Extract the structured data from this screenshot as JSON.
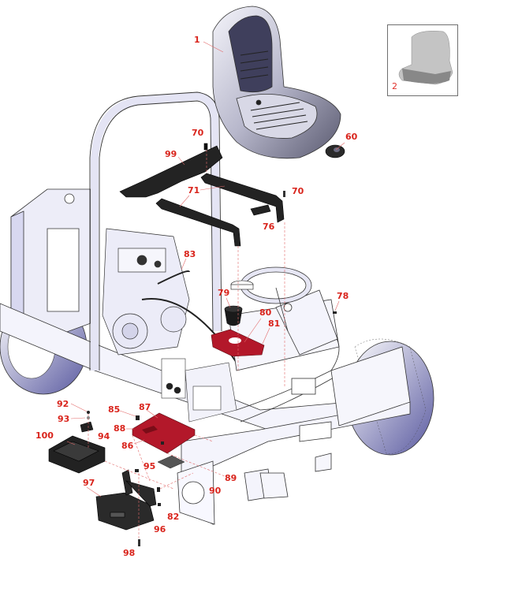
{
  "diagram": {
    "type": "exploded-parts-diagram",
    "accent_color": "#d9241c",
    "highlight_part_color": "#b3182a",
    "part_outline_color": "#3a3a4a",
    "part_shade_color": "#d8d8f0",
    "inset": {
      "label": "2",
      "depicts": "seat cover"
    },
    "callouts": [
      {
        "id": "c1",
        "label": "1",
        "part": "seat"
      },
      {
        "id": "c60",
        "label": "60",
        "part": "seat switch"
      },
      {
        "id": "c70a",
        "label": "70",
        "part": "bolt"
      },
      {
        "id": "c99",
        "label": "99",
        "part": "seat mounting bracket"
      },
      {
        "id": "c71",
        "label": "71",
        "part": "seat rail"
      },
      {
        "id": "c70b",
        "label": "70",
        "part": "bolt"
      },
      {
        "id": "c76",
        "label": "76",
        "part": "spacer"
      },
      {
        "id": "c83",
        "label": "83",
        "part": "wire harness"
      },
      {
        "id": "c79",
        "label": "79",
        "part": "cup holder"
      },
      {
        "id": "c80",
        "label": "80",
        "part": "cover plate"
      },
      {
        "id": "c81",
        "label": "81",
        "part": "screw"
      },
      {
        "id": "c78",
        "label": "78",
        "part": "screw"
      },
      {
        "id": "c92",
        "label": "92",
        "part": "nut"
      },
      {
        "id": "c93",
        "label": "93",
        "part": "washer"
      },
      {
        "id": "c94",
        "label": "94",
        "part": "clamp"
      },
      {
        "id": "c100",
        "label": "100",
        "part": "battery tray"
      },
      {
        "id": "c85",
        "label": "85",
        "part": "bolt"
      },
      {
        "id": "c87",
        "label": "87",
        "part": "nut"
      },
      {
        "id": "c88",
        "label": "88",
        "part": "battery plate"
      },
      {
        "id": "c86",
        "label": "86",
        "part": "nut"
      },
      {
        "id": "c95",
        "label": "95",
        "part": "bolt"
      },
      {
        "id": "c89",
        "label": "89",
        "part": "pad"
      },
      {
        "id": "c90",
        "label": "90",
        "part": "pad"
      },
      {
        "id": "c97",
        "label": "97",
        "part": "battery bracket"
      },
      {
        "id": "c82",
        "label": "82",
        "part": "screw"
      },
      {
        "id": "c96",
        "label": "96",
        "part": "nut"
      },
      {
        "id": "c98",
        "label": "98",
        "part": "bolt"
      }
    ]
  }
}
